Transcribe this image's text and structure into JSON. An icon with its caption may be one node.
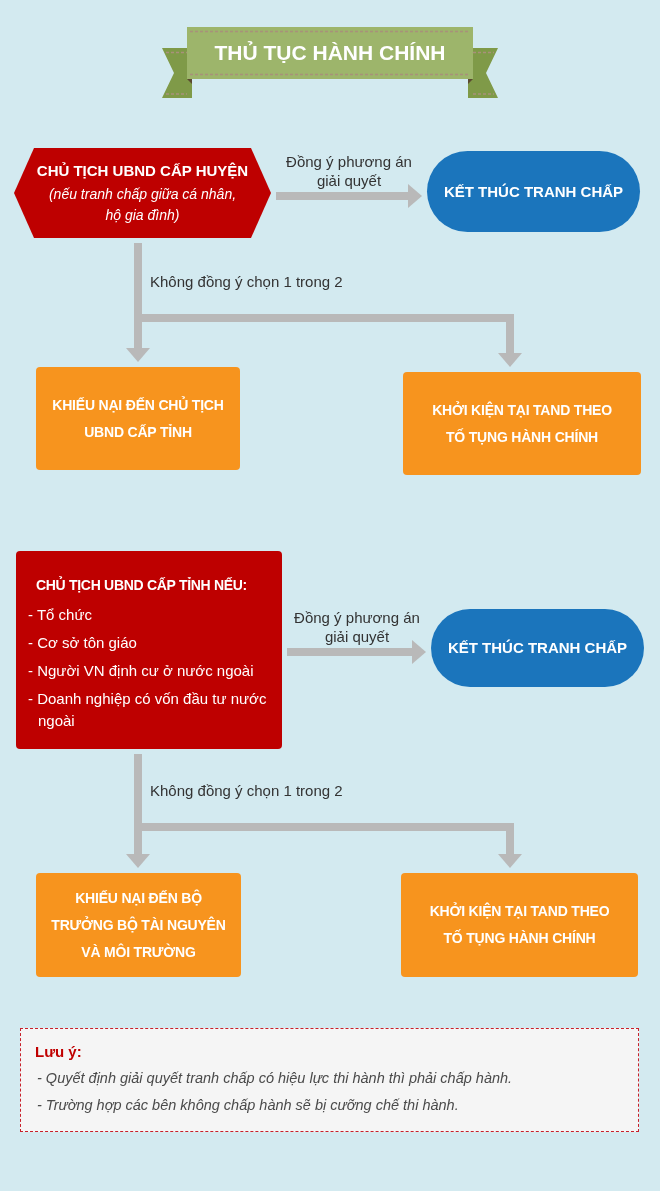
{
  "diagram": {
    "title": "THỦ TỤC HÀNH CHÍNH",
    "nodes": [
      {
        "text": [
          "CHỦ TỊCH UBND CẤP HUYỆN",
          "(nếu tranh chấp giữa cá nhân, hộ gia đình)"
        ]
      },
      {
        "text": [
          "KẾT THÚC TRANH CHẤP"
        ]
      },
      {
        "text": [
          "KHIẾU NẠI ĐẾN CHỦ TỊCH UBND CẤP TỈNH"
        ]
      },
      {
        "text": [
          "KHỞI KIỆN TẠI TAND THEO TỐ TỤNG HÀNH CHÍNH"
        ]
      },
      {
        "text": [
          "CHỦ TỊCH UBND CẤP TỈNH NẾU:",
          "- Tổ chức",
          "- Cơ sở tôn giáo",
          "- Người VN định cư ở nước ngoài",
          "- Doanh nghiệp có vốn đầu tư nước ngoài"
        ]
      },
      {
        "text": [
          "KẾT THÚC TRANH CHẤP"
        ]
      },
      {
        "text": [
          "KHIẾU NẠI ĐẾN BỘ TRƯỞNG BỘ TÀI NGUYÊN VÀ MÔI TRƯỜNG"
        ]
      },
      {
        "text": [
          "KHỞI KIỆN TẠI TAND THEO TỐ TỤNG HÀNH CHÍNH"
        ]
      },
      {
        "text": [
          "Lưu ý:",
          "- Quyết định giải quyết tranh chấp có hiệu lực thi hành thì phải chấp hành.",
          "- Trường hợp các bên không chấp hành sẽ bị cưỡng chế thi hành."
        ]
      }
    ],
    "edges": [
      {
        "from": 0,
        "to": 1,
        "arrow": "to",
        "label": "Đồng ý phương án giải quyết"
      },
      {
        "from": 0,
        "to": 2,
        "arrow": "to",
        "label": "Không đồng ý chọn 1 trong 2"
      },
      {
        "from": 0,
        "to": 3,
        "arrow": "to"
      },
      {
        "from": 4,
        "to": 5,
        "arrow": "to",
        "label": "Đồng ý phương án giải quyết"
      },
      {
        "from": 4,
        "to": 6,
        "arrow": "to",
        "label": "Không đồng ý chọn 1 trong 2"
      },
      {
        "from": 4,
        "to": 7,
        "arrow": "to"
      }
    ]
  }
}
